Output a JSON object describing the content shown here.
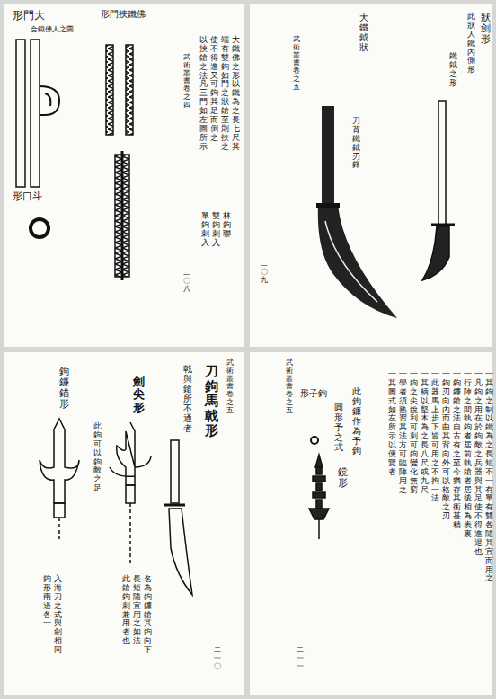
{
  "diagram": {
    "labels": [
      "形門大",
      "形門挾鐵佛",
      "合鐵佛人之圖",
      "形口斗",
      "武術叢書　卷之四",
      "大鐵佛之形以鐵為之長七尺其",
      "端有雙鉤如門之狀鎗至則挾之",
      "使不得進又可鉤其足而倒之",
      "以挾鎗之法凡三門如左圖所示",
      "林鉤聯",
      "雙鉤刺入",
      "單鉤刺入",
      "二〇八",
      "狀劍形",
      "此狀人鐵內側形",
      "鐵鉞之形",
      "大鐵鉞狀",
      "武術叢書　卷之五",
      "刀背鐵鉞刃鋒",
      "二〇九",
      "武術叢書　卷之五",
      "刀鉤馬戟形",
      "戟與鎗所不通者",
      "劍尖形",
      "鉤鐮錨形",
      "此鉤可以鉤敵之足",
      "名為鉤鐮鎗其鉤向下",
      "長短隨宜用之如法",
      "此鎗鉤刺兼用者也",
      "入海刀之式與劍相同",
      "鉤形兩邊各一",
      "二一〇",
      "形子鉤",
      "此鉤鐮作為予鉤",
      "圓形予之式",
      "鎲形",
      "武術叢書　卷之五",
      "二一一",
      "一其鉤之制以鐵為之長短不一有單有雙各隨其宜而用之",
      "一凡鉤之用在於鉤敵之兵器與其足使不得進退也",
      "一行陣之間執鉤者居前執鎗者居後相為表裏",
      "一鉤鐮鎗之法自古有之至今猶存其術甚精",
      "一鉤刃向內而曲其背向外可以格敵之刃",
      "一此器馬上步下皆可用之不拘一法",
      "一其柄以堅木為之長八尺或九尺",
      "一鉤之尖銳利可刺可鉤變化無窮",
      "一學者須熟習其法方可臨陣用之",
      "一其圖式如左所示以便覽者"
    ]
  }
}
